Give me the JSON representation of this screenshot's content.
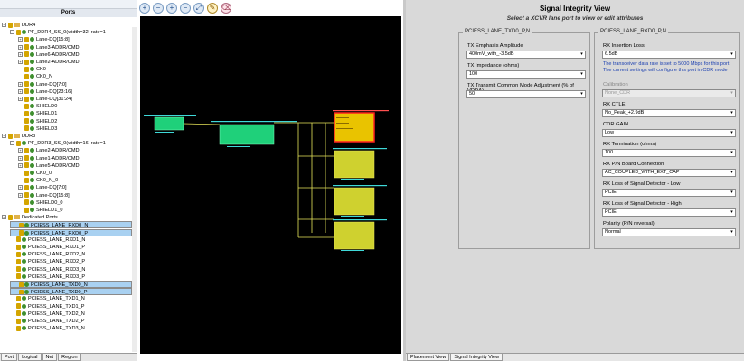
{
  "ports_tree": {
    "title": "Ports",
    "rows": [
      {
        "level": 0,
        "text": "DDR4",
        "kind": "group",
        "expand": "−",
        "sel": false
      },
      {
        "level": 1,
        "text": "PF_DDR4_SS_0(width=32, rate=1",
        "kind": "inst",
        "expand": "−",
        "sel": false
      },
      {
        "level": 2,
        "text": "Lane-DQ[15:8]",
        "kind": "bus",
        "expand": "+",
        "sel": false
      },
      {
        "level": 2,
        "text": "Lane3-ADDR/CMD",
        "kind": "bus",
        "expand": "+",
        "sel": false
      },
      {
        "level": 2,
        "text": "Lane6-ADDR/CMD",
        "kind": "bus",
        "expand": "+",
        "sel": false
      },
      {
        "level": 2,
        "text": "Lane2-ADDR/CMD",
        "kind": "bus",
        "expand": "+",
        "sel": false
      },
      {
        "level": 2,
        "text": "CK0",
        "kind": "pin",
        "expand": "",
        "sel": false
      },
      {
        "level": 2,
        "text": "CK0_N",
        "kind": "pin",
        "expand": "",
        "sel": false
      },
      {
        "level": 2,
        "text": "Lane-DQ[7:0]",
        "kind": "bus",
        "expand": "+",
        "sel": false
      },
      {
        "level": 2,
        "text": "Lane-DQ[23:16]",
        "kind": "bus",
        "expand": "+",
        "sel": false
      },
      {
        "level": 2,
        "text": "Lane-DQ[31:24]",
        "kind": "bus",
        "expand": "+",
        "sel": false
      },
      {
        "level": 2,
        "text": "SHIELD0",
        "kind": "pin",
        "expand": "",
        "sel": false
      },
      {
        "level": 2,
        "text": "SHIELD1",
        "kind": "pin",
        "expand": "",
        "sel": false
      },
      {
        "level": 2,
        "text": "SHIELD2",
        "kind": "pin",
        "expand": "",
        "sel": false
      },
      {
        "level": 2,
        "text": "SHIELD3",
        "kind": "pin",
        "expand": "",
        "sel": false
      },
      {
        "level": 0,
        "text": "DDR3",
        "kind": "group",
        "expand": "−",
        "sel": false
      },
      {
        "level": 1,
        "text": "PF_DDR3_SS_0(width=16, rate=1",
        "kind": "inst",
        "expand": "−",
        "sel": false
      },
      {
        "level": 2,
        "text": "Lane2-ADDR/CMD",
        "kind": "bus",
        "expand": "+",
        "sel": false
      },
      {
        "level": 2,
        "text": "Lane1-ADDR/CMD",
        "kind": "bus",
        "expand": "+",
        "sel": false
      },
      {
        "level": 2,
        "text": "Lane5-ADDR/CMD",
        "kind": "bus",
        "expand": "+",
        "sel": false
      },
      {
        "level": 2,
        "text": "CK0_0",
        "kind": "pin",
        "expand": "",
        "sel": false
      },
      {
        "level": 2,
        "text": "CK0_N_0",
        "kind": "pin",
        "expand": "",
        "sel": false
      },
      {
        "level": 2,
        "text": "Lane-DQ[7:0]",
        "kind": "bus",
        "expand": "+",
        "sel": false
      },
      {
        "level": 2,
        "text": "Lane-DQ[15:8]",
        "kind": "bus",
        "expand": "+",
        "sel": false
      },
      {
        "level": 2,
        "text": "SHIELD0_0",
        "kind": "pin",
        "expand": "",
        "sel": false
      },
      {
        "level": 2,
        "text": "SHIELD1_0",
        "kind": "pin",
        "expand": "",
        "sel": false
      },
      {
        "level": 0,
        "text": "Dedicated Ports",
        "kind": "group",
        "expand": "−",
        "sel": false
      },
      {
        "level": 1,
        "text": "PCIESS_LANE_RXD0_N",
        "kind": "pin",
        "expand": "",
        "sel": true
      },
      {
        "level": 1,
        "text": "PCIESS_LANE_RXD0_P",
        "kind": "pin",
        "expand": "",
        "sel": true
      },
      {
        "level": 1,
        "text": "PCIESS_LANE_RXD1_N",
        "kind": "pin",
        "expand": "",
        "sel": false
      },
      {
        "level": 1,
        "text": "PCIESS_LANE_RXD1_P",
        "kind": "pin",
        "expand": "",
        "sel": false
      },
      {
        "level": 1,
        "text": "PCIESS_LANE_RXD2_N",
        "kind": "pin",
        "expand": "",
        "sel": false
      },
      {
        "level": 1,
        "text": "PCIESS_LANE_RXD2_P",
        "kind": "pin",
        "expand": "",
        "sel": false
      },
      {
        "level": 1,
        "text": "PCIESS_LANE_RXD3_N",
        "kind": "pin",
        "expand": "",
        "sel": false
      },
      {
        "level": 1,
        "text": "PCIESS_LANE_RXD3_P",
        "kind": "pin",
        "expand": "",
        "sel": false
      },
      {
        "level": 1,
        "text": "PCIESS_LANE_TXD0_N",
        "kind": "pin",
        "expand": "",
        "sel": true
      },
      {
        "level": 1,
        "text": "PCIESS_LANE_TXD0_P",
        "kind": "pin",
        "expand": "",
        "sel": true
      },
      {
        "level": 1,
        "text": "PCIESS_LANE_TXD1_N",
        "kind": "pin",
        "expand": "",
        "sel": false
      },
      {
        "level": 1,
        "text": "PCIESS_LANE_TXD1_P",
        "kind": "pin",
        "expand": "",
        "sel": false
      },
      {
        "level": 1,
        "text": "PCIESS_LANE_TXD2_N",
        "kind": "pin",
        "expand": "",
        "sel": false
      },
      {
        "level": 1,
        "text": "PCIESS_LANE_TXD2_P",
        "kind": "pin",
        "expand": "",
        "sel": false
      },
      {
        "level": 1,
        "text": "PCIESS_LANE_TXD3_N",
        "kind": "pin",
        "expand": "",
        "sel": false
      }
    ],
    "tabs": [
      "Port",
      "Logical",
      "Net",
      "Region"
    ]
  },
  "canvas_tools": [
    "zoom-in-icon",
    "zoom-out-icon",
    "zoom-in-alt-icon",
    "zoom-out-alt-icon",
    "fit-icon",
    "pencil-icon",
    "eraser-icon"
  ],
  "siv": {
    "title": "Signal Integrity View",
    "subtitle": "Select a XCVR lane port to view or edit attributes",
    "tx_group": "PCIESS_LANE_TXD0_P,N",
    "tx_emph_label": "TX Emphasis Amplitude",
    "tx_emph_value": "400mV_with_-3.5dB",
    "tx_imp_label": "TX Impedance (ohms)",
    "tx_imp_value": "100",
    "tx_cm_label": "TX Transmit Common Mode Adjustment (% of VDDA)",
    "tx_cm_value": "50",
    "rx_group": "PCIESS_LANE_RXD0_P,N",
    "rx_loss_label": "RX Insertion Loss",
    "rx_loss_value": "6.5dB",
    "rx_note": "The transceiver data rate is set to 5000 Mbps for this port The current settings will configure this port in CDR mode",
    "calib_label": "Calibration",
    "calib_value": "None_CDR",
    "ctle_label": "RX CTLE",
    "ctle_value": "No_Peak_+2.9dB",
    "cdr_label": "CDR GAIN",
    "cdr_value": "Low",
    "term_label": "RX Termination (ohms)",
    "term_value": "100",
    "conn_label": "RX P/N Board Connection",
    "conn_value": "AC_COUPLED_WITH_EXT_CAP",
    "lossl_label": "RX Loss of Signal Detector - Low",
    "lossl_value": "PCIE",
    "lossh_label": "RX Loss of Signal Detector - High",
    "lossh_value": "PCIE",
    "pol_label": "Polarity (P/N reversal)",
    "pol_value": "Normal",
    "tabs": [
      "Placement View",
      "Signal Integrity View"
    ]
  }
}
